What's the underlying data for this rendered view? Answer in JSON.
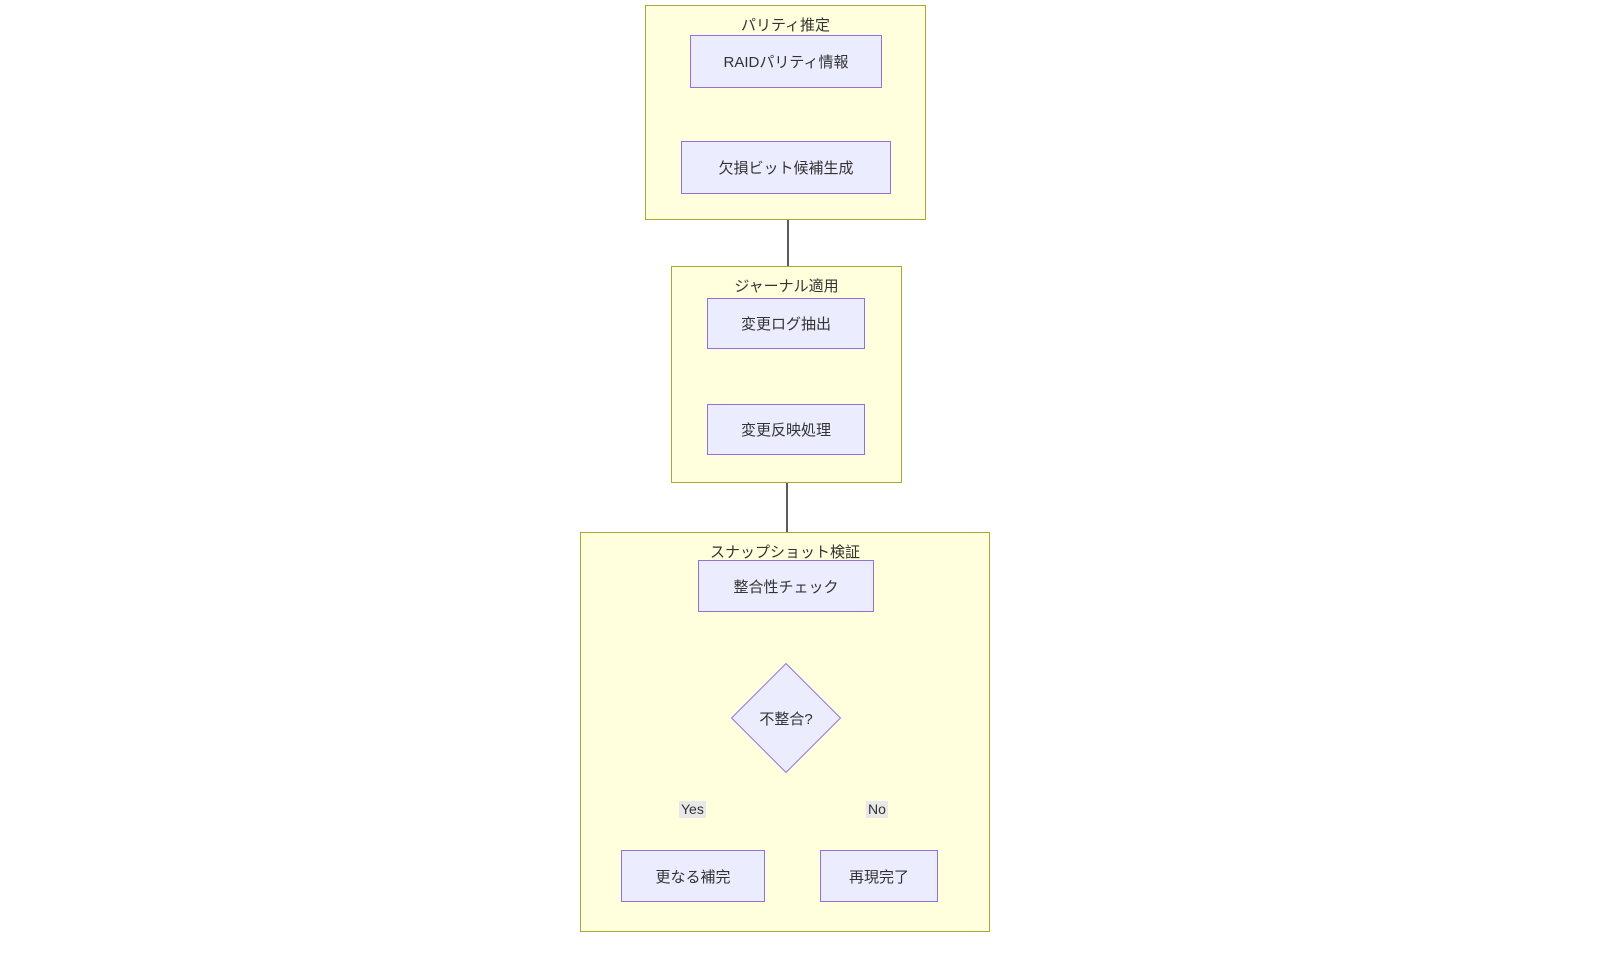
{
  "diagram": {
    "type": "flowchart",
    "direction": "top-to-bottom",
    "background_color": "#ffffff",
    "node_fill": "#ececff",
    "node_stroke": "#9370db",
    "cluster_fill": "#ffffde",
    "cluster_stroke": "#aaaa33",
    "edge_color": "#333333",
    "text_color": "#333333",
    "clusters": [
      {
        "id": "cluster-parity",
        "title": "パリティ推定"
      },
      {
        "id": "cluster-journal",
        "title": "ジャーナル適用"
      },
      {
        "id": "cluster-snapshot",
        "title": "スナップショット検証"
      }
    ],
    "nodes": [
      {
        "id": "raid-parity-info",
        "label": "RAIDパリティ情報",
        "shape": "rect",
        "cluster": "cluster-parity"
      },
      {
        "id": "missing-bit-candidates",
        "label": "欠損ビット候補生成",
        "shape": "rect",
        "cluster": "cluster-parity"
      },
      {
        "id": "change-log-extract",
        "label": "変更ログ抽出",
        "shape": "rect",
        "cluster": "cluster-journal"
      },
      {
        "id": "change-apply",
        "label": "変更反映処理",
        "shape": "rect",
        "cluster": "cluster-journal"
      },
      {
        "id": "consistency-check",
        "label": "整合性チェック",
        "shape": "rect",
        "cluster": "cluster-snapshot"
      },
      {
        "id": "inconsistency-decision",
        "label": "不整合?",
        "shape": "diamond",
        "cluster": "cluster-snapshot"
      },
      {
        "id": "further-completion",
        "label": "更なる補完",
        "shape": "rect",
        "cluster": "cluster-snapshot"
      },
      {
        "id": "reproduction-complete",
        "label": "再現完了",
        "shape": "rect",
        "cluster": "cluster-snapshot"
      }
    ],
    "edges": [
      {
        "from": "raid-parity-info",
        "to": "missing-bit-candidates",
        "label": ""
      },
      {
        "from": "missing-bit-candidates",
        "to": "change-log-extract",
        "label": ""
      },
      {
        "from": "change-log-extract",
        "to": "change-apply",
        "label": ""
      },
      {
        "from": "change-apply",
        "to": "consistency-check",
        "label": ""
      },
      {
        "from": "consistency-check",
        "to": "inconsistency-decision",
        "label": ""
      },
      {
        "from": "inconsistency-decision",
        "to": "further-completion",
        "label": "Yes"
      },
      {
        "from": "inconsistency-decision",
        "to": "reproduction-complete",
        "label": "No"
      }
    ],
    "edge_labels": {
      "yes": "Yes",
      "no": "No"
    }
  }
}
